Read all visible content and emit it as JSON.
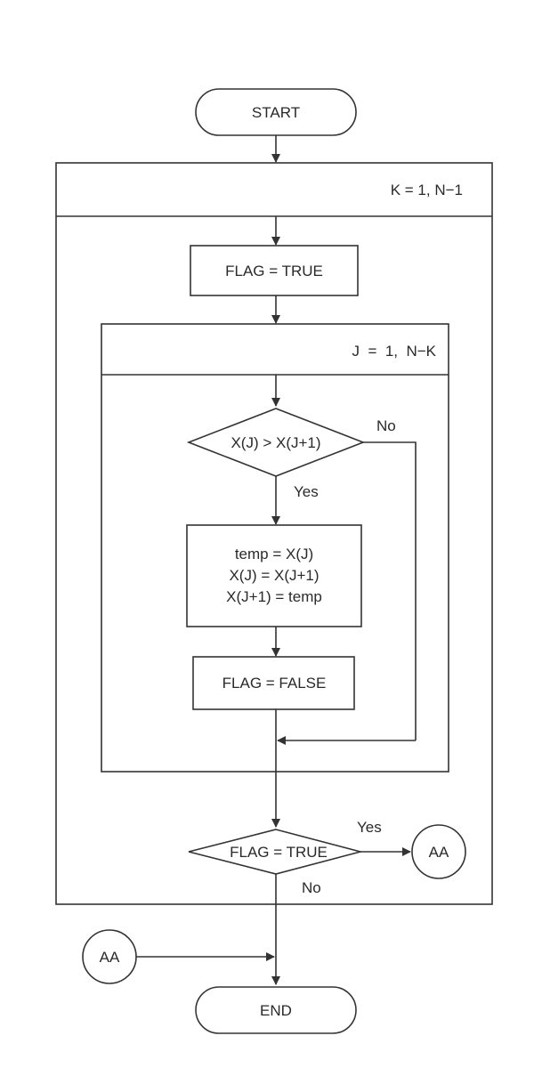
{
  "flowchart": {
    "start_label": "START",
    "outer_loop_label": "K = 1, N−1",
    "flag_true_label": "FLAG = TRUE",
    "inner_loop_label": "J  =  1,  N−K",
    "compare_label": "X(J) > X(J+1)",
    "compare_no_label": "No",
    "compare_yes_label": "Yes",
    "swap_line1": "temp = X(J)",
    "swap_line2": "X(J) = X(J+1)",
    "swap_line3": "X(J+1) = temp",
    "flag_false_label": "FLAG = FALSE",
    "check_flag_label": "FLAG = TRUE",
    "check_yes_label": "Yes",
    "check_no_label": "No",
    "connector_out_label": "AA",
    "connector_in_label": "AA",
    "end_label": "END"
  }
}
